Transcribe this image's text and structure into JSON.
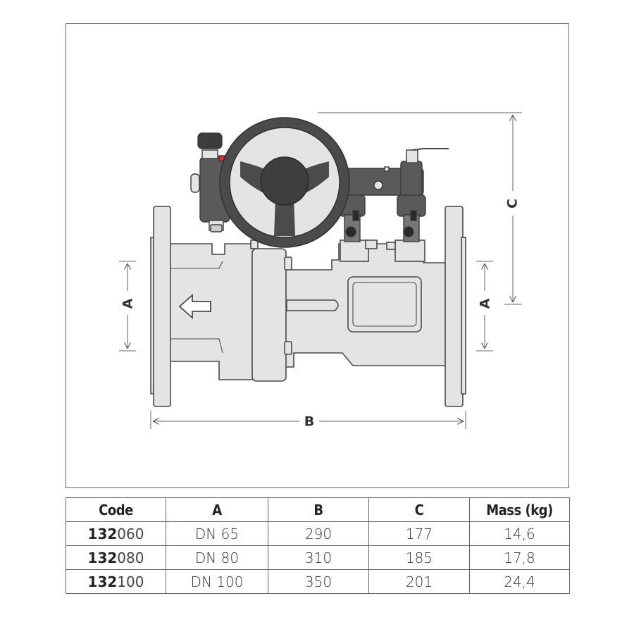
{
  "drawing": {
    "dimension_labels": {
      "a_left": "A",
      "a_right": "A",
      "b": "B",
      "c": "C"
    },
    "colors": {
      "body": "#e4e4e4",
      "outline": "#4a4a4a",
      "handwheel": "#4b4b4b",
      "accent": "#d8312b"
    }
  },
  "table": {
    "headers": {
      "code": "Code",
      "a": "A",
      "b": "B",
      "c": "C",
      "mass": "Mass (kg)"
    },
    "rows": [
      {
        "code_prefix": "132",
        "code_suffix": "060",
        "a": "DN 65",
        "b": "290",
        "c": "177",
        "mass": "14,6"
      },
      {
        "code_prefix": "132",
        "code_suffix": "080",
        "a": "DN 80",
        "b": "310",
        "c": "185",
        "mass": "17,8"
      },
      {
        "code_prefix": "132",
        "code_suffix": "100",
        "a": "DN 100",
        "b": "350",
        "c": "201",
        "mass": "24,4"
      }
    ]
  }
}
